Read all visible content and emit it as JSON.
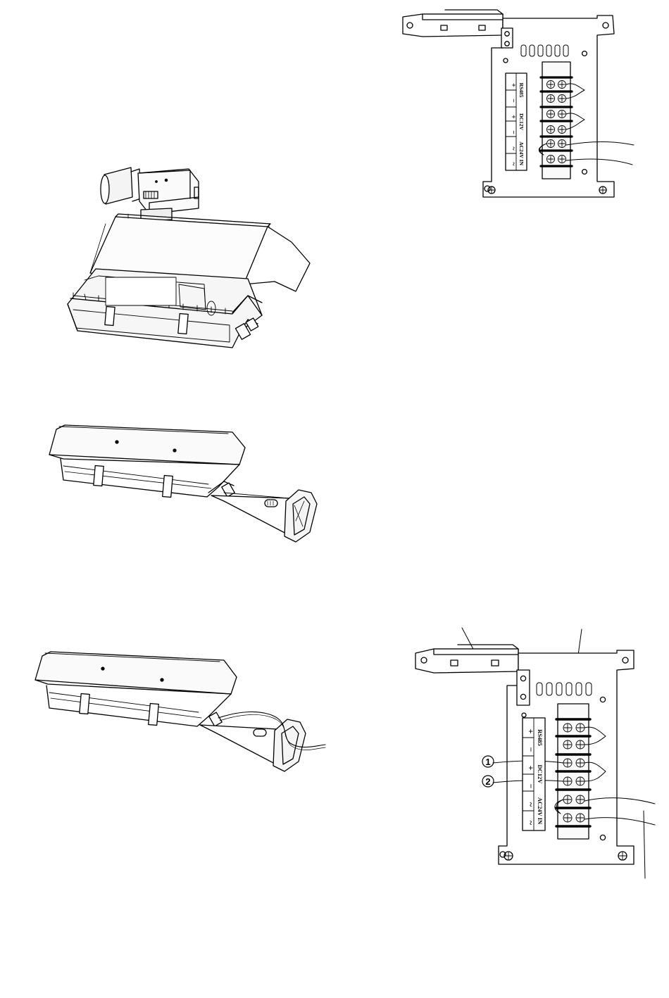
{
  "figures": {
    "terminal_top": {
      "groups": [
        {
          "name": "RS485",
          "signs": [
            "+",
            "−"
          ]
        },
        {
          "name": "DC12V",
          "signs": [
            "+",
            "−"
          ]
        },
        {
          "name": "AC24V  IN",
          "signs": [
            "~",
            "~"
          ]
        }
      ]
    },
    "terminal_bottom": {
      "groups": [
        {
          "name": "RS485",
          "signs": [
            "+",
            "−"
          ]
        },
        {
          "name": "DC12V",
          "signs": [
            "+",
            "−"
          ]
        },
        {
          "name": "AC24V  IN",
          "signs": [
            "~",
            "~"
          ]
        }
      ],
      "callouts": [
        "1",
        "2"
      ]
    }
  },
  "colors": {
    "line": "#000000",
    "background": "#ffffff",
    "fill_light": "#f2f2f2"
  }
}
